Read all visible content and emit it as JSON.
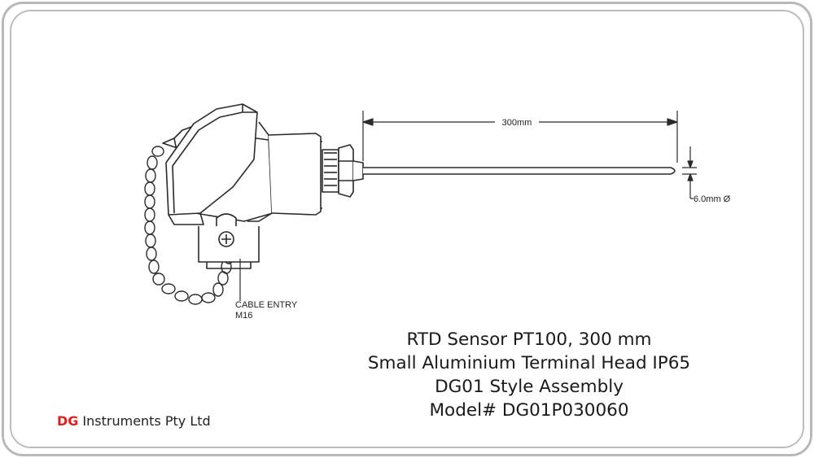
{
  "labels": {
    "length": "300mm",
    "diameter": "6.0mm Ø",
    "cable_entry_line1": "CABLE ENTRY",
    "cable_entry_line2": "M16"
  },
  "caption": {
    "line1": "RTD Sensor PT100, 300 mm",
    "line2": "Small Aluminium Terminal Head IP65",
    "line3": "DG01 Style Assembly",
    "line4": "Model# DG01P030060"
  },
  "brand": {
    "initials": "DG",
    "name": "Instruments Pty Ltd",
    "initials_color": "#e02020"
  }
}
